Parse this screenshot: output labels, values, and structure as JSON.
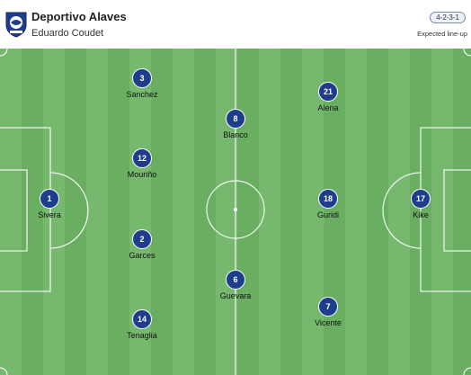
{
  "header": {
    "team_name": "Deportivo Alaves",
    "coach": "Eduardo Coudet",
    "formation": "4-2-3-1",
    "lineup_status": "Expected line-up",
    "crest_icon": "deportivo-alaves-crest-icon"
  },
  "colors": {
    "pitch_light": "#77b86f",
    "pitch_dark": "#6aae62",
    "player_circle": "#1e3e8c",
    "lines": "#ffffff"
  },
  "players": [
    {
      "number": "1",
      "name": "Sivera"
    },
    {
      "number": "3",
      "name": "Sanchez"
    },
    {
      "number": "12",
      "name": "Mouriño"
    },
    {
      "number": "2",
      "name": "Garces"
    },
    {
      "number": "14",
      "name": "Tenaglia"
    },
    {
      "number": "8",
      "name": "Blanco"
    },
    {
      "number": "6",
      "name": "Guevara"
    },
    {
      "number": "21",
      "name": "Alena"
    },
    {
      "number": "18",
      "name": "Guridi"
    },
    {
      "number": "7",
      "name": "Vicente"
    },
    {
      "number": "17",
      "name": "Kike"
    }
  ]
}
